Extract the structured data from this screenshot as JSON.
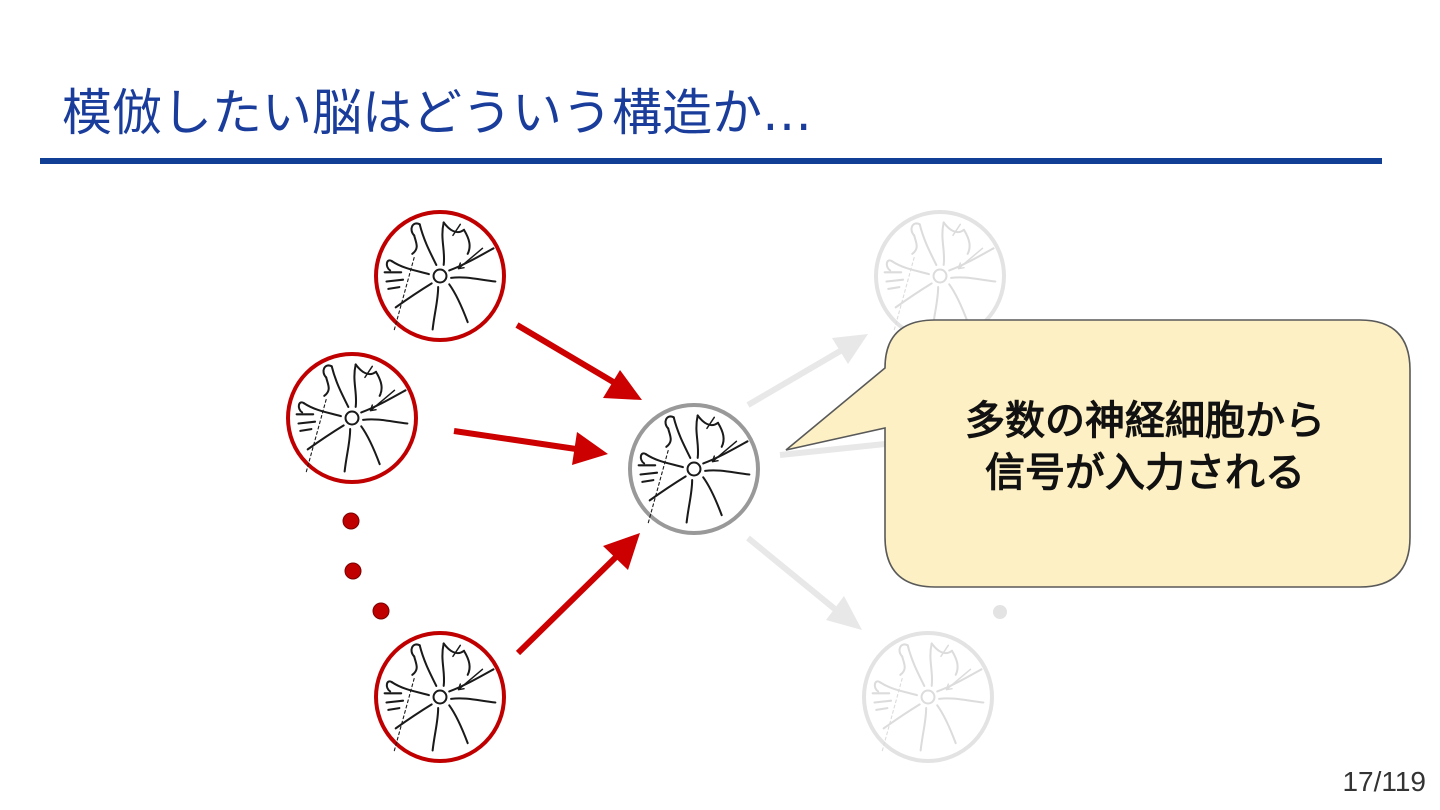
{
  "slide": {
    "title": "模倣したい脳はどういう構造か…",
    "page": "17/119"
  },
  "colors": {
    "title": "#1a3d9c",
    "rule": "#123f96",
    "input_neuron_ring": "#c00000",
    "input_arrow": "#cc0000",
    "center_neuron_ring": "#999999",
    "faded": "#e3e3e3",
    "callout_fill": "#fdf0c4",
    "callout_stroke": "#595959"
  },
  "diagram": {
    "input_neurons": [
      "neuron",
      "neuron",
      "neuron"
    ],
    "ellipsis_dots": 3,
    "callout": {
      "line1": "多数の神経細胞から",
      "line2": "信号が入力される"
    }
  }
}
